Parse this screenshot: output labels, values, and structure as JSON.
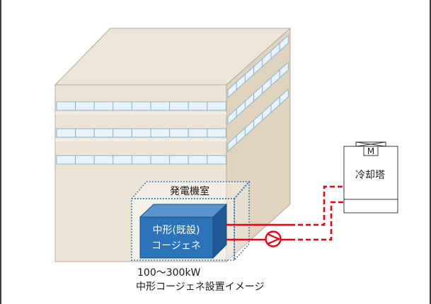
{
  "diagram": {
    "room_label": "発電機室",
    "unit_label_line1": "中形(既設)",
    "unit_label_line2": "コージェネ",
    "tower_label": "冷却塔",
    "motor_label": "M",
    "caption_line1": "100〜300kW",
    "caption_line2": "中形コージェネ設置イメージ"
  },
  "colors": {
    "frame": "#000000",
    "building_front": "#ece5d6",
    "building_right": "#ddd3bf",
    "building_top": "#ebe5da",
    "window": "#e8f3fb",
    "window_stroke": "#8fb3cc",
    "room_dots": "#1b5fa8",
    "unit_front": "#2d73b8",
    "unit_top": "#5b95cf",
    "unit_side": "#1d5a97",
    "pipe": "#e60012",
    "pump": "#e60012"
  }
}
